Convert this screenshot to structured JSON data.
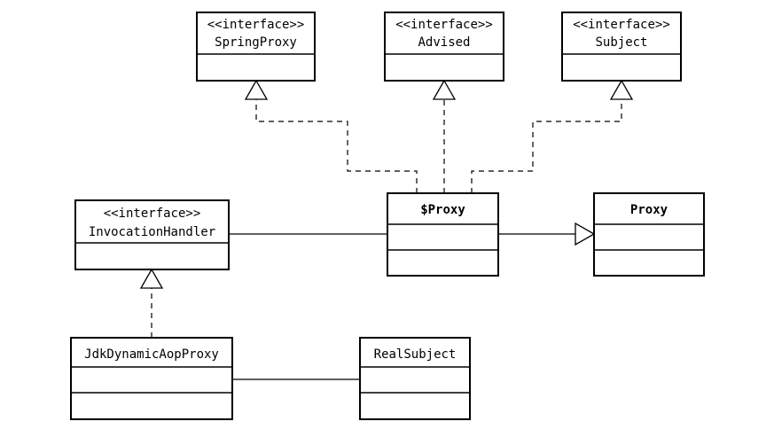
{
  "classes": {
    "spring_proxy": {
      "stereotype": "<<interface>>",
      "name": "SpringProxy"
    },
    "advised": {
      "stereotype": "<<interface>>",
      "name": "Advised"
    },
    "subject": {
      "stereotype": "<<interface>>",
      "name": "Subject"
    },
    "invocation_handler": {
      "stereotype": "<<interface>>",
      "name": "InvocationHandler"
    },
    "dollar_proxy": {
      "name": "$Proxy"
    },
    "proxy": {
      "name": "Proxy"
    },
    "jdk_dynamic_aop_proxy": {
      "name": "JdkDynamicAopProxy"
    },
    "real_subject": {
      "name": "RealSubject"
    }
  },
  "relationships": [
    {
      "from": "$Proxy",
      "to": "SpringProxy",
      "kind": "realization"
    },
    {
      "from": "$Proxy",
      "to": "Advised",
      "kind": "realization"
    },
    {
      "from": "$Proxy",
      "to": "Subject",
      "kind": "realization"
    },
    {
      "from": "$Proxy",
      "to": "Proxy",
      "kind": "generalization"
    },
    {
      "from": "$Proxy",
      "to": "InvocationHandler",
      "kind": "association"
    },
    {
      "from": "JdkDynamicAopProxy",
      "to": "InvocationHandler",
      "kind": "realization"
    },
    {
      "from": "JdkDynamicAopProxy",
      "to": "RealSubject",
      "kind": "association"
    }
  ]
}
